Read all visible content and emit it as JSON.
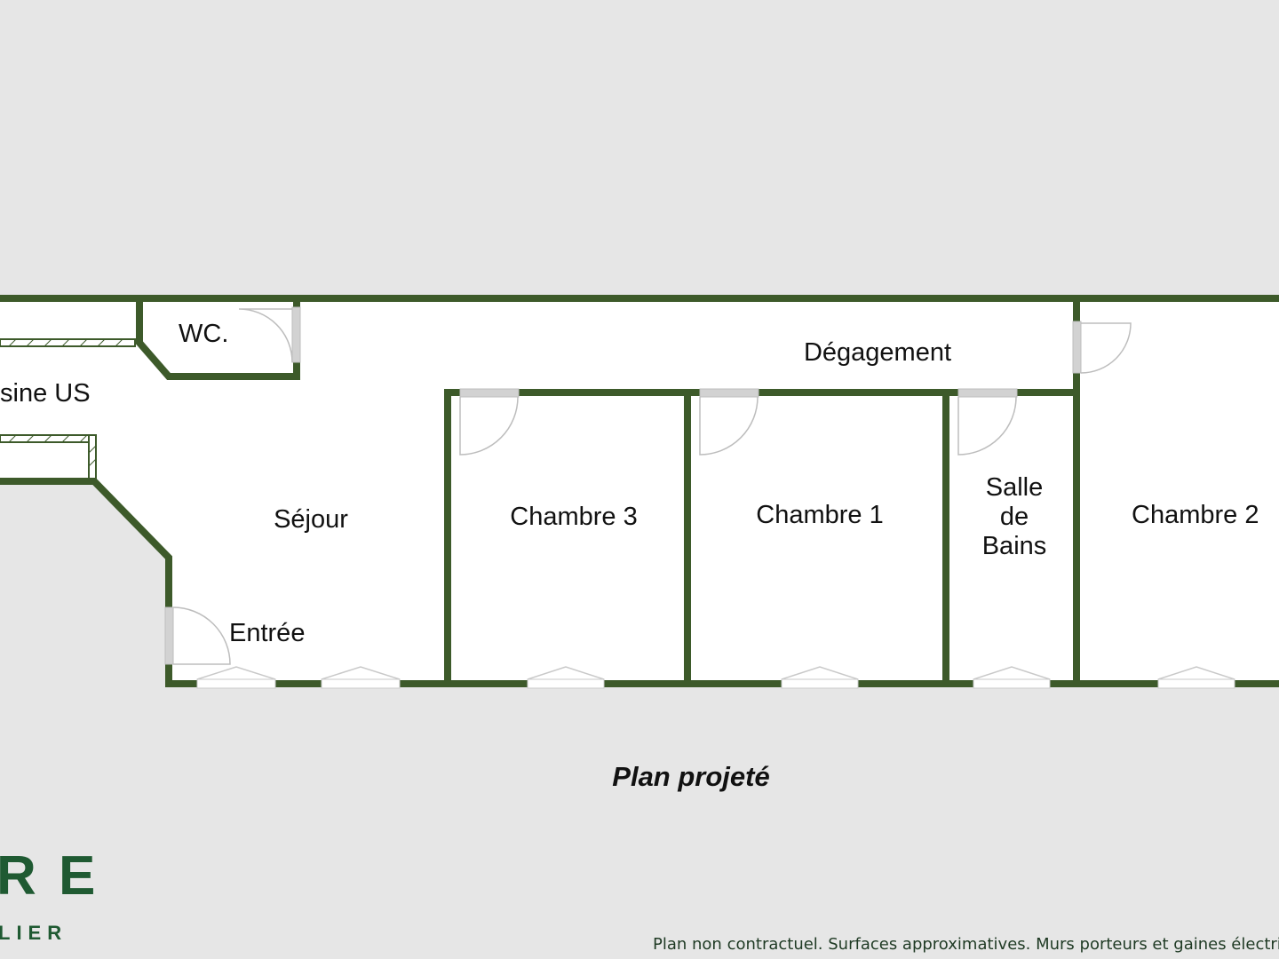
{
  "plan": {
    "title": "Plan projeté",
    "rooms": {
      "wc": "WC.",
      "cuisine": "sine US",
      "degagement": "Dégagement",
      "sejour": "Séjour",
      "entree": "Entrée",
      "chambre3": "Chambre 3",
      "chambre1": "Chambre 1",
      "salle_line1": "Salle",
      "salle_line2": "de",
      "salle_line3": "Bains",
      "chambre2": "Chambre 2"
    }
  },
  "brand": {
    "logo_text": "R E",
    "logo_sub": "LIER"
  },
  "footer": {
    "disclaimer": "Plan non contractuel. Surfaces approximatives. Murs porteurs et gaines électriq"
  },
  "colors": {
    "background": "#e6e6e6",
    "wall": "#3d5a2a",
    "floor": "#ffffff",
    "brand": "#1f5a32"
  }
}
